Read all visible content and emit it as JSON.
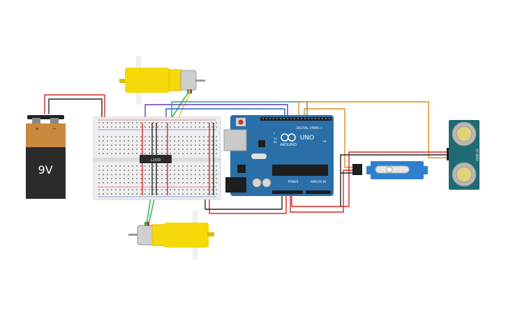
{
  "battery": {
    "label": "9V",
    "plus": "+",
    "minus": "−"
  },
  "motor_driver": {
    "label": "L293D"
  },
  "arduino": {
    "brand": "ARDUINO",
    "model": "UNO",
    "digital_label": "DIGITAL (PWM~)",
    "power_label": "POWER",
    "analog_label": "ANALOG IN",
    "tx_label": "TX",
    "rx_label": "RX",
    "l_label": "L",
    "on_label": "ON"
  },
  "ultrasonic": {
    "label": "HC-SR04"
  },
  "colors": {
    "battery_body": "#2b2b2b",
    "battery_top": "#c98a3e",
    "arduino_board": "#2a6fa8",
    "motor_yellow": "#f5d90a",
    "servo_blue": "#2f7fd0",
    "sensor_teal": "#1f6b73",
    "wire_red": "#d62525",
    "wire_black": "#222222",
    "wire_orange": "#e08a1e",
    "wire_green": "#2ea84a",
    "wire_yellow": "#e3c51f",
    "wire_purple": "#6a39a3",
    "wire_blue": "#2461c9",
    "wire_teal": "#1f9aa8"
  }
}
